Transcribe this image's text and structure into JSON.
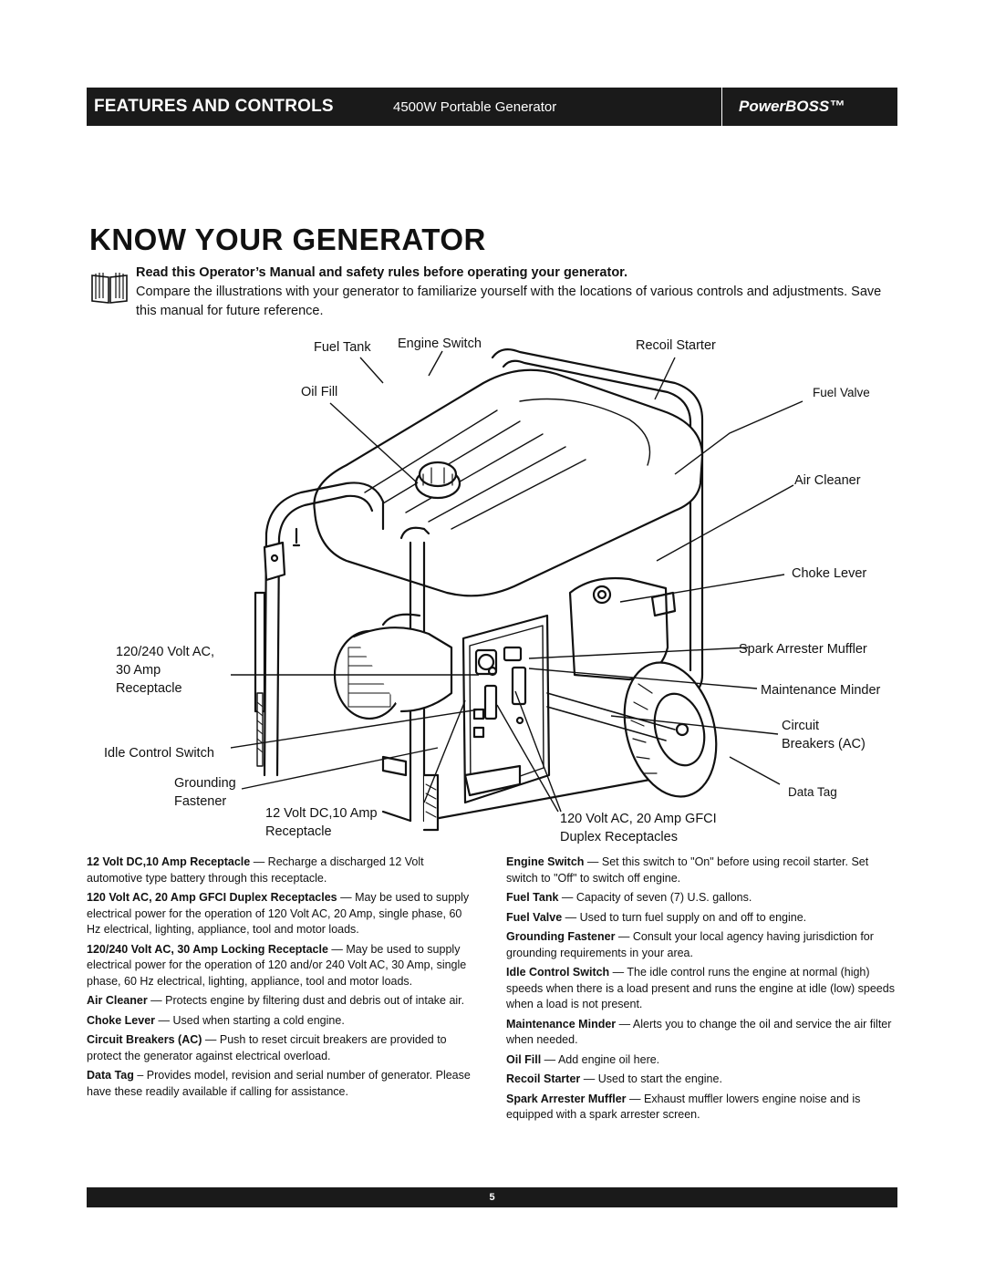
{
  "header": {
    "section": "FEATURES AND CONTROLS",
    "product": "4500W Portable Generator",
    "brand": "PowerBOSS™"
  },
  "title": "KNOW YOUR GENERATOR",
  "intro": {
    "lead": "Read this Operator’s Manual and safety rules before operating your generator.",
    "text": "Compare the illustrations with your generator to familiarize yourself with the locations of various controls and adjustments. Save this manual for future reference."
  },
  "callouts": {
    "fuel_tank": "Fuel Tank",
    "engine_switch": "Engine Switch",
    "recoil_starter": "Recoil Starter",
    "oil_fill": "Oil Fill",
    "fuel_valve": "Fuel Valve",
    "air_cleaner": "Air Cleaner",
    "choke_lever": "Choke Lever",
    "receptacle_30a": "120/240 Volt AC,\n30 Amp\nReceptacle",
    "spark_arrester": "Spark Arrester Muffler",
    "maintenance_minder": "Maintenance Minder",
    "circuit_breakers": "Circuit\nBreakers (AC)",
    "idle_control": "Idle Control Switch",
    "grounding": "Grounding\nFastener",
    "data_tag": "Data Tag",
    "dc_receptacle": "12 Volt DC,10 Amp\nReceptacle",
    "gfci": "120 Volt AC, 20 Amp GFCI\nDuplex Receptacles"
  },
  "descriptions_left": [
    {
      "term": "12 Volt DC,10 Amp Receptacle",
      "text": " — Recharge a discharged 12 Volt automotive type battery through this receptacle."
    },
    {
      "term": "120 Volt AC, 20 Amp GFCI Duplex Receptacles",
      "text": " — May be used to supply electrical power for the operation of 120 Volt AC, 20 Amp, single phase, 60 Hz electrical, lighting, appliance, tool and motor loads."
    },
    {
      "term": "120/240 Volt AC, 30 Amp Locking Receptacle",
      "text": " — May be used to supply electrical power for the operation of 120 and/or 240 Volt AC, 30 Amp, single phase, 60 Hz electrical, lighting, appliance, tool and motor loads."
    },
    {
      "term": "Air Cleaner",
      "text": " — Protects engine by filtering dust and debris out of intake air."
    },
    {
      "term": "Choke Lever",
      "text": " — Used when starting a cold engine."
    },
    {
      "term": "Circuit Breakers (AC)",
      "text": " — Push to reset circuit breakers are provided to protect the generator against electrical overload."
    },
    {
      "term": "Data Tag",
      "text": " – Provides model, revision and serial number of generator. Please have these readily available if calling for assistance."
    }
  ],
  "descriptions_right": [
    {
      "term": "Engine Switch",
      "text": " — Set this switch to \"On\" before using recoil starter. Set switch to \"Off\" to switch off engine."
    },
    {
      "term": "Fuel Tank",
      "text": " — Capacity of seven (7) U.S. gallons."
    },
    {
      "term": "Fuel Valve",
      "text": " — Used to turn fuel supply on and off to engine."
    },
    {
      "term": "Grounding Fastener",
      "text": " — Consult your local agency having jurisdiction for grounding requirements in your area."
    },
    {
      "term": "Idle Control Switch",
      "text": " — The idle control runs the engine at normal (high) speeds when there is a load present and runs the engine at idle (low) speeds when a load is not present."
    },
    {
      "term": "Maintenance Minder",
      "text": " — Alerts you to change the oil and service the air filter when needed."
    },
    {
      "term": "Oil Fill",
      "text": " — Add engine oil here."
    },
    {
      "term": "Recoil Starter",
      "text": " — Used to start the engine."
    },
    {
      "term": "Spark Arrester Muffler",
      "text": " — Exhaust muffler lowers engine noise and is equipped with a spark arrester screen."
    }
  ],
  "footer": {
    "page_number": "5"
  }
}
